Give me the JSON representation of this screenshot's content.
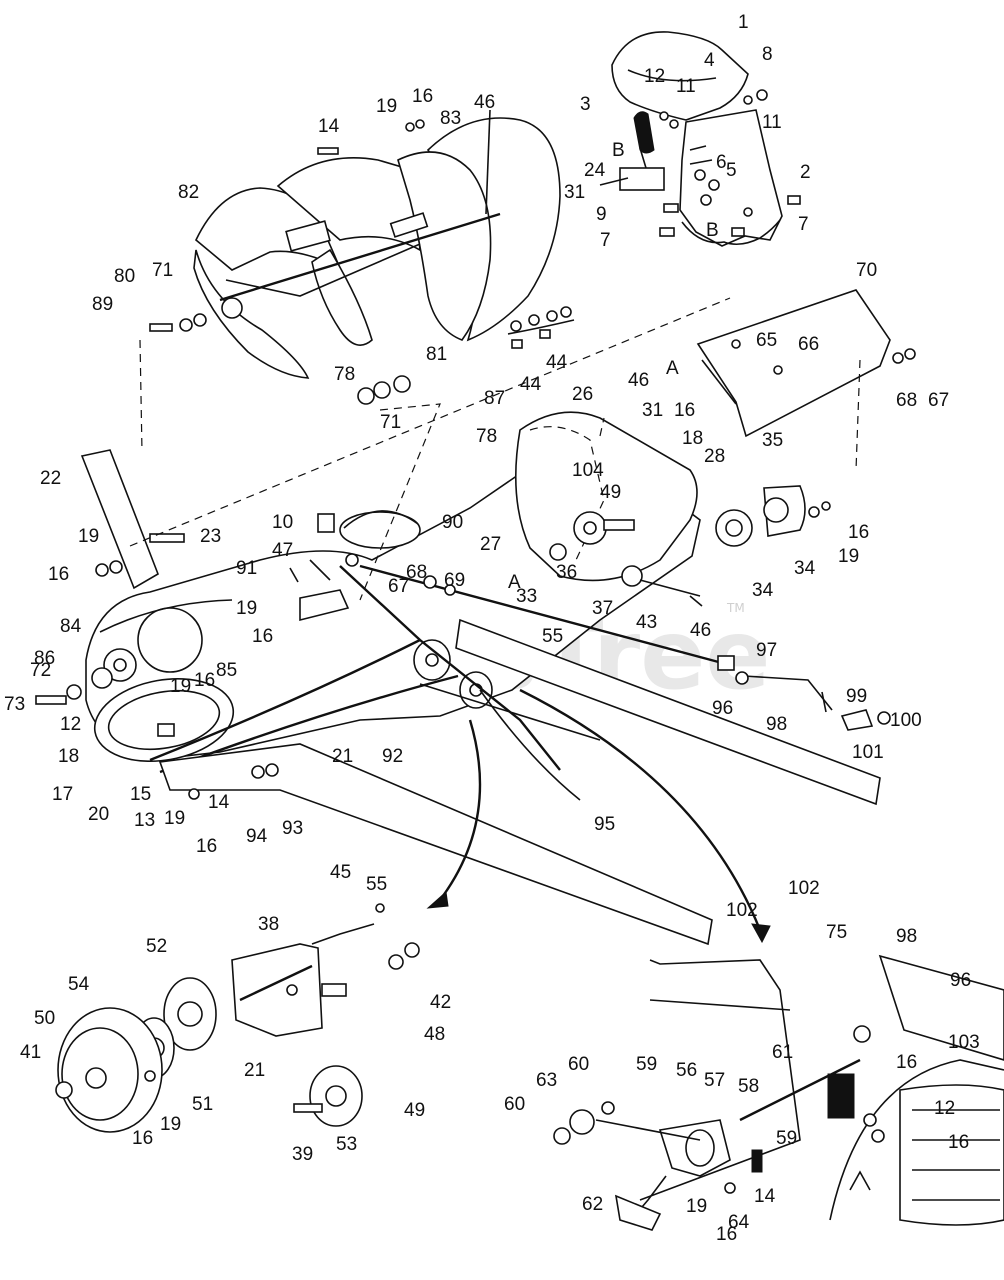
{
  "watermark": {
    "text": "PartsTree",
    "tm": "TM"
  },
  "colors": {
    "ink": "#111111",
    "paper": "#ffffff",
    "watermark": "#d6d6d6"
  },
  "labels": [
    {
      "id": "l1",
      "text": "1"
    },
    {
      "id": "l4",
      "text": "4"
    },
    {
      "id": "l8",
      "text": "8"
    },
    {
      "id": "l12a",
      "text": "12"
    },
    {
      "id": "l11a",
      "text": "11"
    },
    {
      "id": "l3",
      "text": "3"
    },
    {
      "id": "l11b",
      "text": "11"
    },
    {
      "id": "l2",
      "text": "2"
    },
    {
      "id": "lBa",
      "text": "B"
    },
    {
      "id": "l6",
      "text": "6"
    },
    {
      "id": "l5",
      "text": "5"
    },
    {
      "id": "l24",
      "text": "24"
    },
    {
      "id": "l31a",
      "text": "31"
    },
    {
      "id": "l9",
      "text": "9"
    },
    {
      "id": "l7a",
      "text": "7"
    },
    {
      "id": "l7b",
      "text": "7"
    },
    {
      "id": "lBb",
      "text": "B"
    },
    {
      "id": "l19a",
      "text": "19"
    },
    {
      "id": "l16a",
      "text": "16"
    },
    {
      "id": "l83",
      "text": "83"
    },
    {
      "id": "l46a",
      "text": "46"
    },
    {
      "id": "l14a",
      "text": "14"
    },
    {
      "id": "l82",
      "text": "82"
    },
    {
      "id": "l80",
      "text": "80"
    },
    {
      "id": "l71a",
      "text": "71"
    },
    {
      "id": "l89",
      "text": "89"
    },
    {
      "id": "l81",
      "text": "81"
    },
    {
      "id": "l44a",
      "text": "44"
    },
    {
      "id": "l70",
      "text": "70"
    },
    {
      "id": "l65",
      "text": "65"
    },
    {
      "id": "l66",
      "text": "66"
    },
    {
      "id": "lAa",
      "text": "A"
    },
    {
      "id": "l68a",
      "text": "68"
    },
    {
      "id": "l67a",
      "text": "67"
    },
    {
      "id": "l78a",
      "text": "78"
    },
    {
      "id": "l71b",
      "text": "71"
    },
    {
      "id": "l87",
      "text": "87"
    },
    {
      "id": "l44b",
      "text": "44"
    },
    {
      "id": "l26",
      "text": "26"
    },
    {
      "id": "l46b",
      "text": "46"
    },
    {
      "id": "l31b",
      "text": "31"
    },
    {
      "id": "l16b",
      "text": "16"
    },
    {
      "id": "l78b",
      "text": "78"
    },
    {
      "id": "l18a",
      "text": "18"
    },
    {
      "id": "l28",
      "text": "28"
    },
    {
      "id": "l35",
      "text": "35"
    },
    {
      "id": "l104",
      "text": "104"
    },
    {
      "id": "l49a",
      "text": "49"
    },
    {
      "id": "l22",
      "text": "22"
    },
    {
      "id": "l10",
      "text": "10"
    },
    {
      "id": "l90",
      "text": "90"
    },
    {
      "id": "l27",
      "text": "27"
    },
    {
      "id": "l16c",
      "text": "16"
    },
    {
      "id": "l19b",
      "text": "19"
    },
    {
      "id": "l34a",
      "text": "34"
    },
    {
      "id": "l34b",
      "text": "34"
    },
    {
      "id": "l23",
      "text": "23"
    },
    {
      "id": "l47",
      "text": "47"
    },
    {
      "id": "l19c",
      "text": "19"
    },
    {
      "id": "l16d",
      "text": "16"
    },
    {
      "id": "l91",
      "text": "91"
    },
    {
      "id": "l68b",
      "text": "68"
    },
    {
      "id": "lAb",
      "text": "A"
    },
    {
      "id": "l36",
      "text": "36"
    },
    {
      "id": "l67b",
      "text": "67"
    },
    {
      "id": "l69",
      "text": "69"
    },
    {
      "id": "l33",
      "text": "33"
    },
    {
      "id": "l37",
      "text": "37"
    },
    {
      "id": "l43",
      "text": "43"
    },
    {
      "id": "l46c",
      "text": "46"
    },
    {
      "id": "l19d",
      "text": "19"
    },
    {
      "id": "l16e",
      "text": "16"
    },
    {
      "id": "l55a",
      "text": "55"
    },
    {
      "id": "l84",
      "text": "84"
    },
    {
      "id": "l86",
      "text": "86"
    },
    {
      "id": "l85",
      "text": "85"
    },
    {
      "id": "l19e",
      "text": "19"
    },
    {
      "id": "l16f",
      "text": "16"
    },
    {
      "id": "l97",
      "text": "97"
    },
    {
      "id": "l72",
      "text": "72"
    },
    {
      "id": "l99",
      "text": "99"
    },
    {
      "id": "l73",
      "text": "73"
    },
    {
      "id": "l12b",
      "text": "12"
    },
    {
      "id": "l96a",
      "text": "96"
    },
    {
      "id": "l100",
      "text": "100"
    },
    {
      "id": "l98a",
      "text": "98"
    },
    {
      "id": "l101",
      "text": "101"
    },
    {
      "id": "l21a",
      "text": "21"
    },
    {
      "id": "l92",
      "text": "92"
    },
    {
      "id": "l18b",
      "text": "18"
    },
    {
      "id": "l17",
      "text": "17"
    },
    {
      "id": "l20",
      "text": "20"
    },
    {
      "id": "l15",
      "text": "15"
    },
    {
      "id": "l14b",
      "text": "14"
    },
    {
      "id": "l13",
      "text": "13"
    },
    {
      "id": "l19f",
      "text": "19"
    },
    {
      "id": "l16g",
      "text": "16"
    },
    {
      "id": "l94",
      "text": "94"
    },
    {
      "id": "l93",
      "text": "93"
    },
    {
      "id": "l95",
      "text": "95"
    },
    {
      "id": "l102a",
      "text": "102"
    },
    {
      "id": "l45",
      "text": "45"
    },
    {
      "id": "l55b",
      "text": "55"
    },
    {
      "id": "l102b",
      "text": "102"
    },
    {
      "id": "l38",
      "text": "38"
    },
    {
      "id": "l52",
      "text": "52"
    },
    {
      "id": "l54",
      "text": "54"
    },
    {
      "id": "l42",
      "text": "42"
    },
    {
      "id": "l48",
      "text": "48"
    },
    {
      "id": "l50",
      "text": "50"
    },
    {
      "id": "l41",
      "text": "41"
    },
    {
      "id": "l21b",
      "text": "21"
    },
    {
      "id": "l51",
      "text": "51"
    },
    {
      "id": "l16h",
      "text": "16"
    },
    {
      "id": "l19g",
      "text": "19"
    },
    {
      "id": "l49b",
      "text": "49"
    },
    {
      "id": "l39",
      "text": "39"
    },
    {
      "id": "l53",
      "text": "53"
    },
    {
      "id": "l75",
      "text": "75"
    },
    {
      "id": "l98b",
      "text": "98"
    },
    {
      "id": "l96b",
      "text": "96"
    },
    {
      "id": "l103",
      "text": "103"
    },
    {
      "id": "l61",
      "text": "61"
    },
    {
      "id": "l16i",
      "text": "16"
    },
    {
      "id": "l60a",
      "text": "60"
    },
    {
      "id": "l63",
      "text": "63"
    },
    {
      "id": "l59a",
      "text": "59"
    },
    {
      "id": "l56",
      "text": "56"
    },
    {
      "id": "l57",
      "text": "57"
    },
    {
      "id": "l58",
      "text": "58"
    },
    {
      "id": "l60b",
      "text": "60"
    },
    {
      "id": "l12c",
      "text": "12"
    },
    {
      "id": "l16j",
      "text": "16"
    },
    {
      "id": "l59b",
      "text": "59"
    },
    {
      "id": "l62",
      "text": "62"
    },
    {
      "id": "l19h",
      "text": "19"
    },
    {
      "id": "l14c",
      "text": "14"
    },
    {
      "id": "l64",
      "text": "64"
    },
    {
      "id": "l16k",
      "text": "16"
    }
  ]
}
